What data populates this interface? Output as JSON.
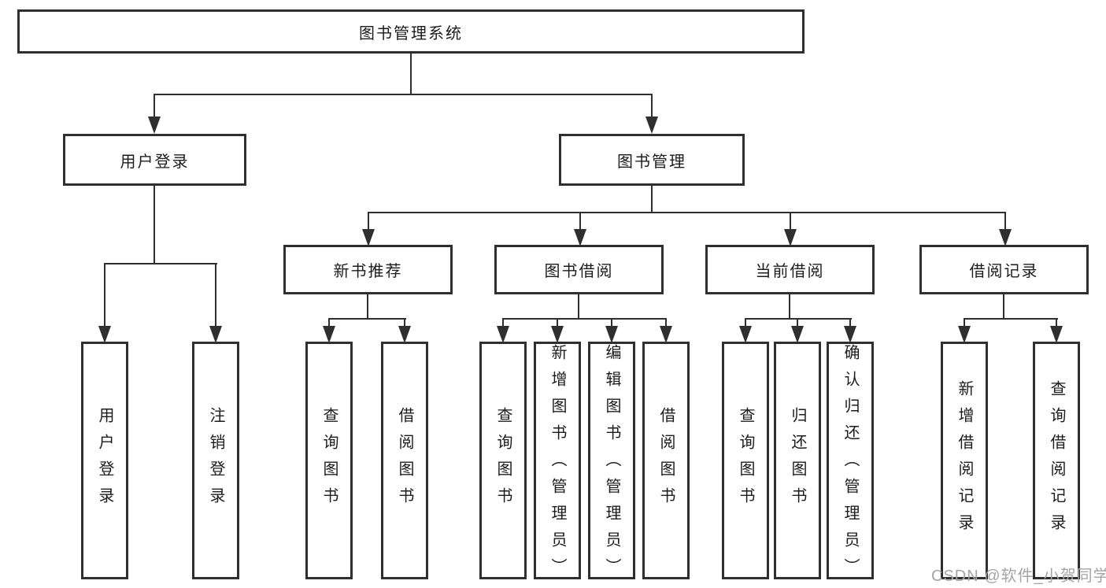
{
  "colors": {
    "line": "#2f2f2f",
    "text": "#1c1c1c",
    "watermark": "#a5a5a5",
    "background": "#ffffff"
  },
  "root": {
    "label": "图书管理系统"
  },
  "level2": [
    {
      "label": "用户登录"
    },
    {
      "label": "图书管理"
    }
  ],
  "level3": [
    {
      "label": "新书推荐"
    },
    {
      "label": "图书借阅"
    },
    {
      "label": "当前借阅"
    },
    {
      "label": "借阅记录"
    }
  ],
  "leaves": [
    {
      "label": "用户登录"
    },
    {
      "label": "注销登录"
    },
    {
      "label": "查询图书"
    },
    {
      "label": "借阅图书"
    },
    {
      "label": "查询图书"
    },
    {
      "label": "新增图书（管理员）"
    },
    {
      "label": "编辑图书（管理员）"
    },
    {
      "label": "借阅图书"
    },
    {
      "label": "查询图书"
    },
    {
      "label": "归还图书"
    },
    {
      "label": "确认归还（管理员）"
    },
    {
      "label": "新增借阅记录"
    },
    {
      "label": "查询借阅记录"
    }
  ],
  "watermark": {
    "label": "CSDN @软件_小贺同学"
  }
}
